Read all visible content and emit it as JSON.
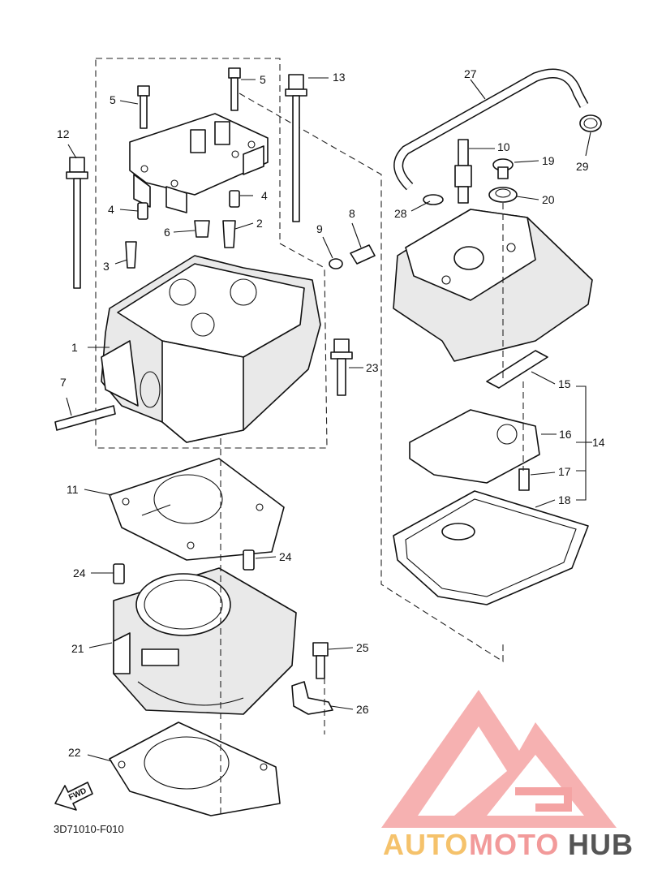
{
  "diagram_code": "3D71010-F010",
  "fwd_label": "FWD",
  "watermark": {
    "part1": "AUTO",
    "part2": "MOTO",
    "part3": "HUB",
    "color_auto": "#f5c26b",
    "color_moto": "#f29a9a",
    "color_hub": "#555555",
    "logo_color": "#f4a3a3"
  },
  "callouts": [
    "1",
    "2",
    "3",
    "4",
    "4",
    "5",
    "5",
    "6",
    "7",
    "9",
    "8",
    "10",
    "11",
    "12",
    "13",
    "14",
    "15",
    "16",
    "17",
    "18",
    "19",
    "20",
    "21",
    "22",
    "23",
    "24",
    "24",
    "25",
    "26",
    "27",
    "28",
    "29"
  ]
}
